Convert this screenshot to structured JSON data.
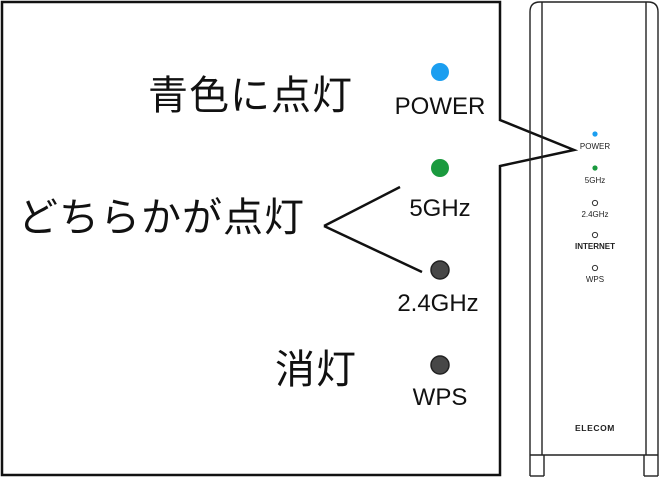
{
  "callout": {
    "power": {
      "status": "青色に点灯",
      "label": "POWER",
      "led_color": "#1b9ef0"
    },
    "wifi": {
      "status": "どちらかが点灯",
      "label_5ghz": "5GHz",
      "led_5ghz_color": "#1a9a3e",
      "label_24ghz": "2.4GHz",
      "led_24ghz_color": "#474747"
    },
    "wps": {
      "status": "消灯",
      "label": "WPS",
      "led_color": "#474747"
    }
  },
  "router": {
    "leds": [
      {
        "label": "POWER",
        "color": "#1b9ef0"
      },
      {
        "label": "5GHz",
        "color": "#1a9a3e"
      },
      {
        "label": "2.4GHz",
        "color": "#ffffff"
      },
      {
        "label": "INTERNET",
        "color": "#ffffff"
      },
      {
        "label": "WPS",
        "color": "#ffffff"
      }
    ],
    "brand": "ELECOM"
  }
}
